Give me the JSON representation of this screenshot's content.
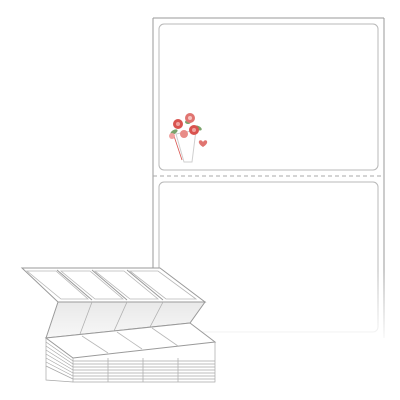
{
  "product": {
    "illustration": "fanfold-label-stack",
    "label_sheet": "two-label-continuous-sheet",
    "decoration": "flower-bouquet-icon",
    "labels_per_sheet": 2
  },
  "colors": {
    "outline": "#9a9a9a",
    "label_border": "#b8b8b8",
    "perforation": "#aaaaaa",
    "flower_red": "#d9534f",
    "flower_pink": "#f0a3a0",
    "leaf_green": "#7aa36b",
    "wrap_gray": "#cfcfcf"
  }
}
